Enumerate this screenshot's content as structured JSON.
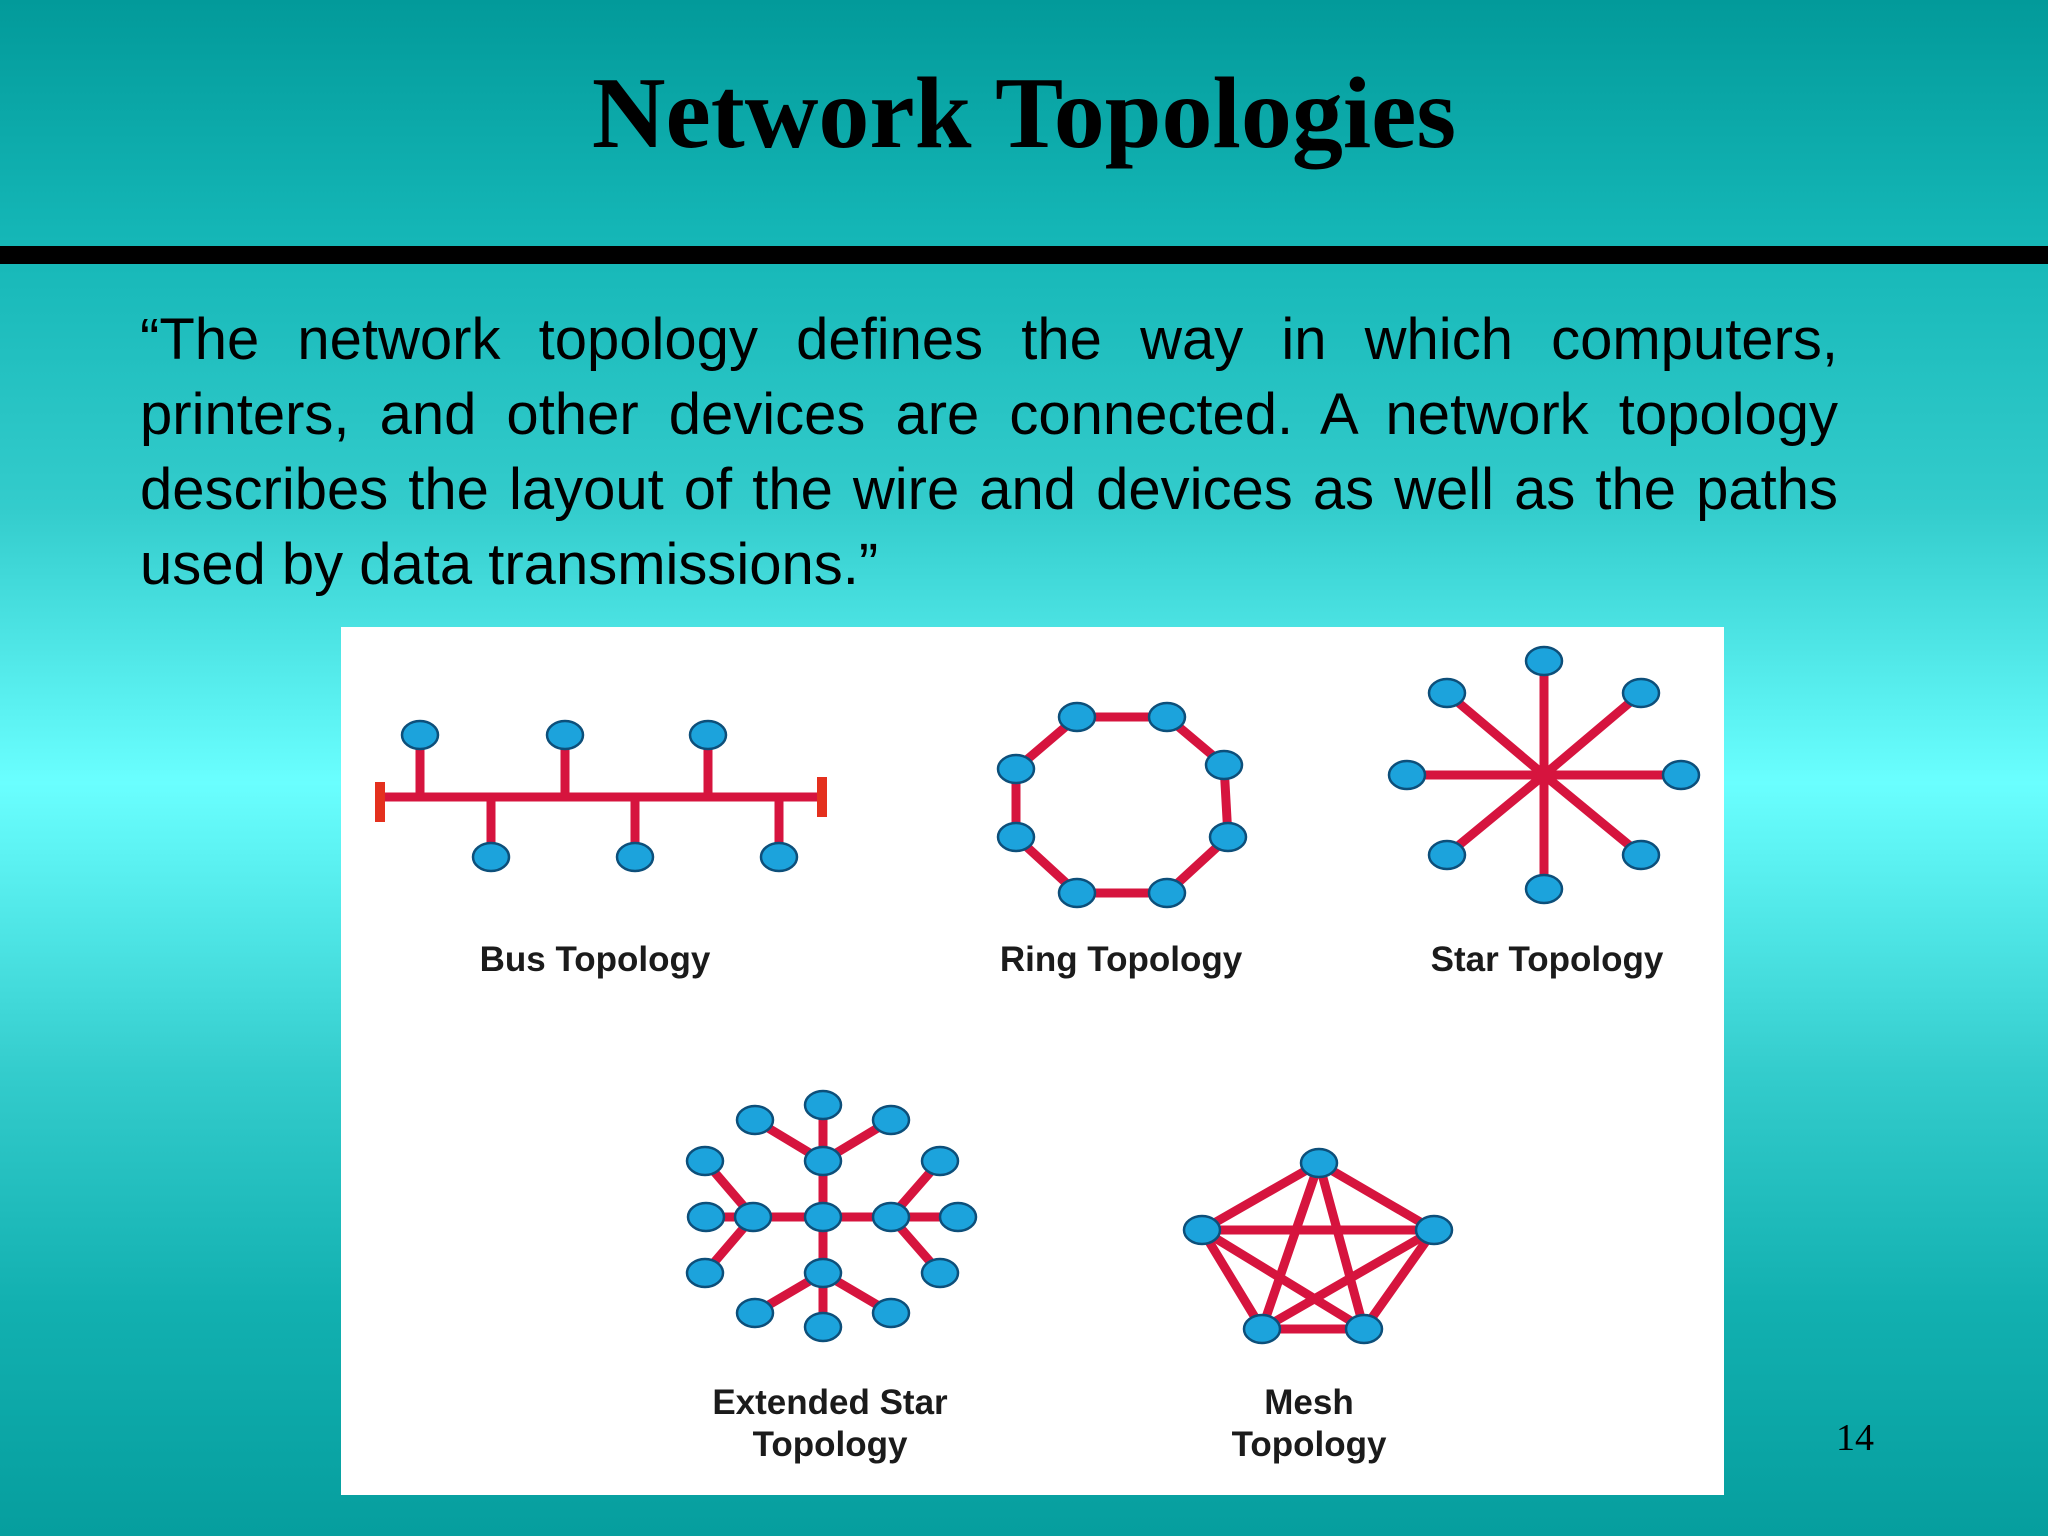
{
  "slide": {
    "title": "Network Topologies",
    "quote": "“The network topology defines the way in which computers, printers, and other devices are connected. A network topology describes the layout of the wire and devices as well as the paths used by data transmissions.”",
    "page_number": "14"
  },
  "figure": {
    "captions": {
      "bus": "Bus Topology",
      "ring": "Ring Topology",
      "star": "Star Topology",
      "extended_star_line1": "Extended Star",
      "extended_star_line2": "Topology",
      "mesh_line1": "Mesh",
      "mesh_line2": "Topology"
    },
    "colors": {
      "link": "#d6143e",
      "node": "#1ca3dc",
      "bus_terminator": "#e4301e"
    }
  }
}
